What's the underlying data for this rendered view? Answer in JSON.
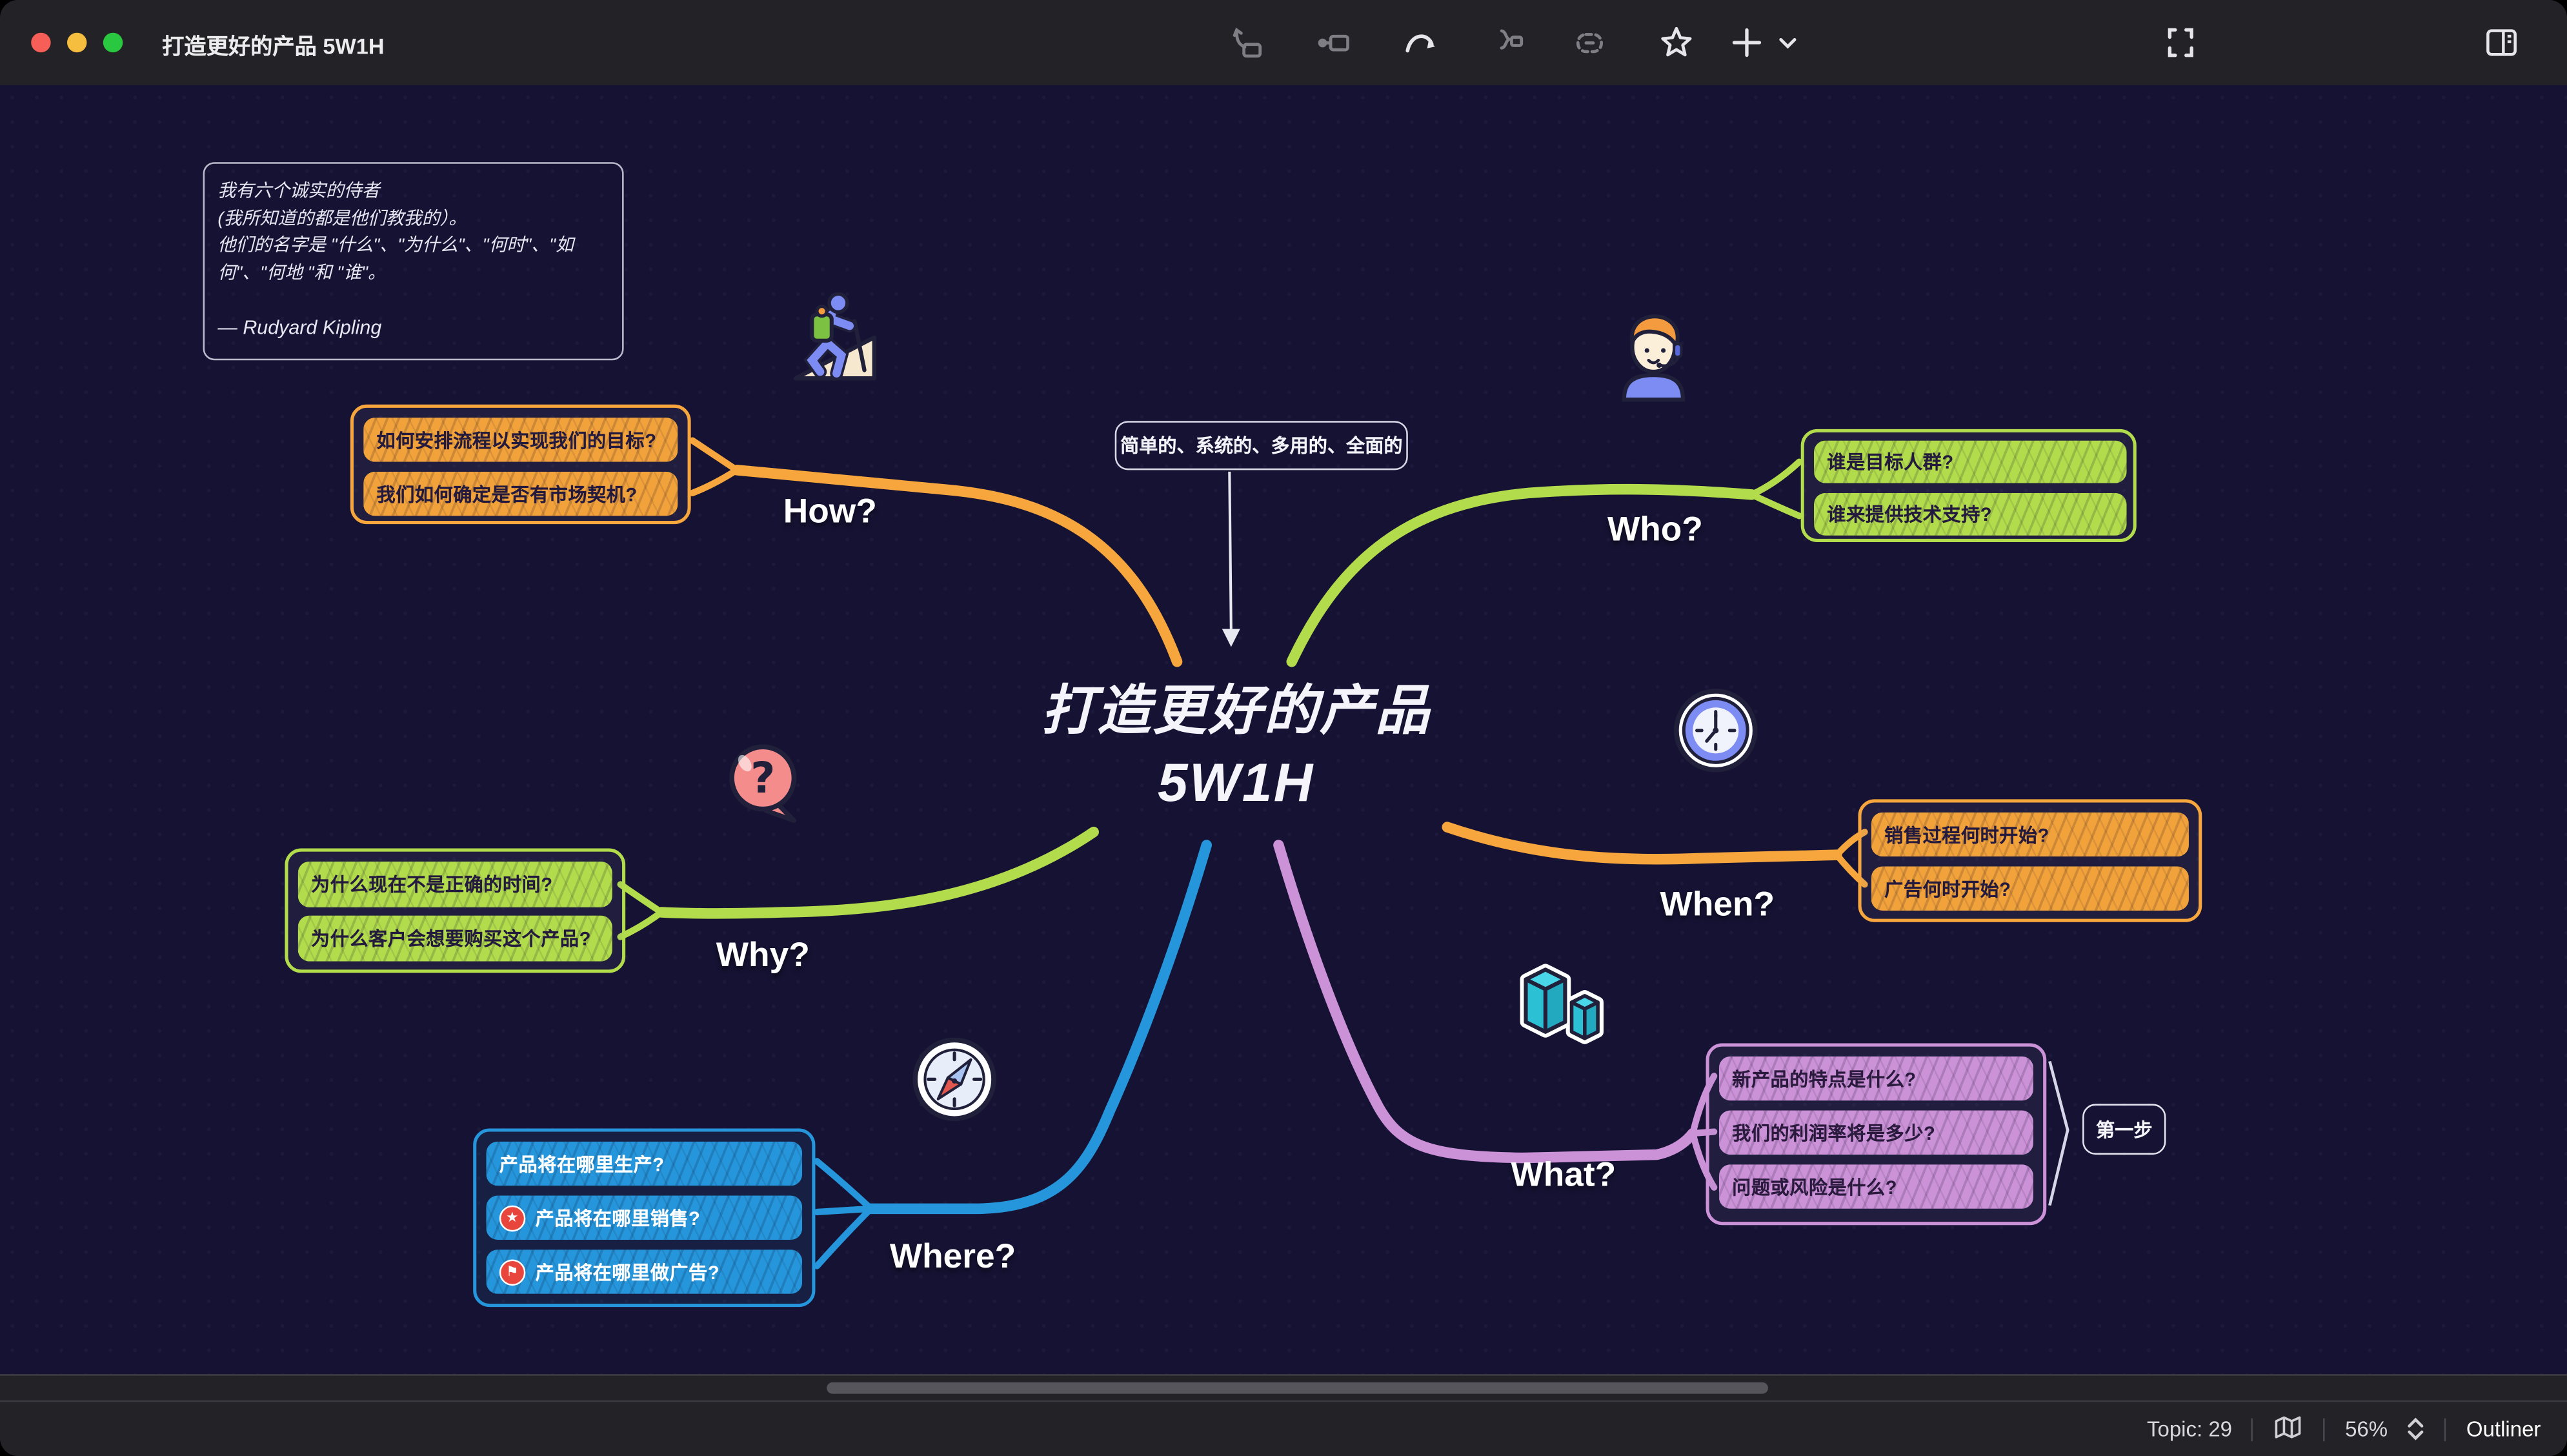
{
  "window": {
    "title": "打造更好的产品 5W1H"
  },
  "toolbar": {
    "items": [
      {
        "name": "insert-subtopic",
        "enabled": false
      },
      {
        "name": "insert-topic",
        "enabled": false
      },
      {
        "name": "relationship",
        "enabled": true
      },
      {
        "name": "summary",
        "enabled": false
      },
      {
        "name": "boundary",
        "enabled": false
      },
      {
        "name": "marker-star",
        "enabled": true
      },
      {
        "name": "insert-plus",
        "enabled": true
      },
      {
        "name": "enter-pitch-mode",
        "enabled": true
      },
      {
        "name": "toggle-format-panel",
        "enabled": true
      }
    ]
  },
  "quote": {
    "lines": [
      "我有六个诚实的侍者",
      "(我所知道的都是他们教我的）。",
      "他们的名字是 \"什么\"、\"为什么\"、\"何时\"、\"如何\"、\"何地 \"和 \"谁\"。"
    ],
    "author": "— Rudyard Kipling"
  },
  "floating_topic": {
    "text": "简单的、系统的、多用的、全面的"
  },
  "central": {
    "line1": "打造更好的产品",
    "line2": "5W1H"
  },
  "branches": [
    {
      "id": "how",
      "label": "How?",
      "color": "#F6A63C",
      "icon": "hiker-icon",
      "topics": [
        {
          "text": "如何安排流程以实现我们的目标?"
        },
        {
          "text": "我们如何确定是否有市场契机?"
        }
      ]
    },
    {
      "id": "who",
      "label": "Who?",
      "color": "#B2DC4C",
      "icon": "support-person-icon",
      "topics": [
        {
          "text": "谁是目标人群?"
        },
        {
          "text": "谁来提供技术支持?"
        }
      ]
    },
    {
      "id": "why",
      "label": "Why?",
      "color": "#B2DC4C",
      "icon": "question-bubble-icon",
      "topics": [
        {
          "text": "为什么现在不是正确的时间?"
        },
        {
          "text": "为什么客户会想要购买这个产品?"
        }
      ]
    },
    {
      "id": "when",
      "label": "When?",
      "color": "#F6A63C",
      "icon": "clock-icon",
      "topics": [
        {
          "text": "销售过程何时开始?"
        },
        {
          "text": "广告何时开始?"
        }
      ]
    },
    {
      "id": "where",
      "label": "Where?",
      "color": "#2596DB",
      "icon": "compass-icon",
      "topics": [
        {
          "text": "产品将在哪里生产?"
        },
        {
          "text": "产品将在哪里销售?",
          "marker": "star"
        },
        {
          "text": "产品将在哪里做广告?",
          "marker": "flag"
        }
      ]
    },
    {
      "id": "what",
      "label": "What?",
      "color": "#CC92D8",
      "icon": "cubes-icon",
      "topics": [
        {
          "text": "新产品的特点是什么?"
        },
        {
          "text": "我们的利润率将是多少?"
        },
        {
          "text": "问题或风险是什么?"
        }
      ]
    }
  ],
  "summary": {
    "label": "第一步"
  },
  "statusbar": {
    "topic_count": "Topic: 29",
    "zoom": "56%",
    "outliner": "Outliner"
  },
  "colors": {
    "canvas": "#161233",
    "chrome": "#232227",
    "orange": "#F6A63C",
    "green": "#B2DC4C",
    "blue": "#2596DB",
    "purple": "#CC92D8",
    "marker_red": "#E8453C",
    "traffic_red": "#F55F57",
    "traffic_yellow": "#F6BE3F",
    "traffic_green": "#2AC840"
  }
}
